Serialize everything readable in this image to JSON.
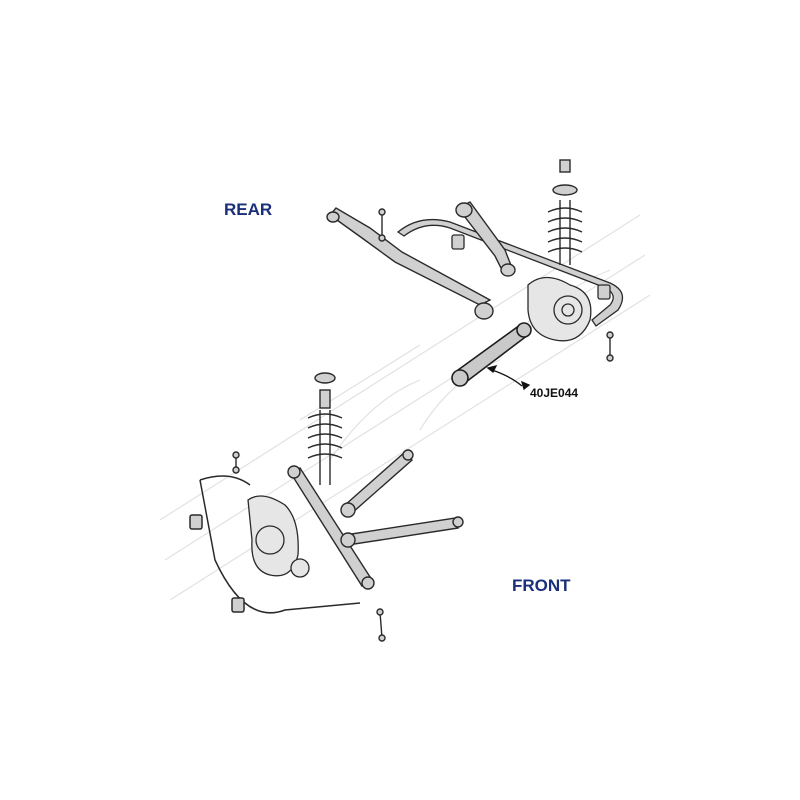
{
  "labels": {
    "rear": "REAR",
    "front": "FRONT",
    "part_code": "40JE044"
  },
  "colors": {
    "label_blue": "#1a2f7a",
    "outline": "#2a2a2a",
    "part_fill": "#c9c9c9",
    "watermark": "#dedede"
  }
}
